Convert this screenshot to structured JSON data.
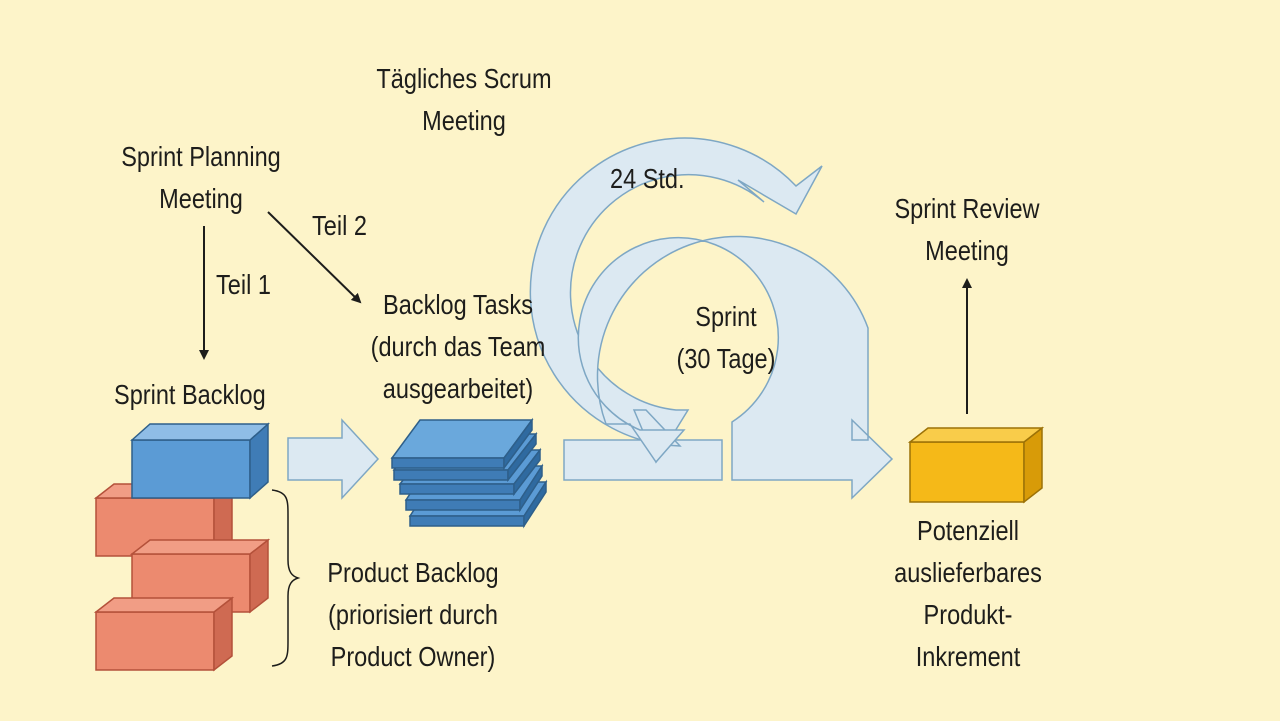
{
  "diagram": {
    "sprint_planning": [
      "Sprint Planning",
      "Meeting"
    ],
    "teil_1": "Teil 1",
    "teil_2": "Teil 2",
    "sprint_backlog": "Sprint Backlog",
    "backlog_tasks": [
      "Backlog Tasks",
      "(durch das Team",
      "ausgearbeitet)"
    ],
    "daily_scrum": [
      "Tägliches Scrum",
      "Meeting"
    ],
    "hours": "24 Std.",
    "sprint": [
      "Sprint",
      "(30 Tage)"
    ],
    "sprint_review": [
      "Sprint Review",
      "Meeting"
    ],
    "product_backlog": [
      "Product Backlog",
      "(priorisiert durch",
      "Product Owner)"
    ],
    "increment": [
      "Potenziell",
      "auslieferbares",
      "Produkt-",
      "Inkrement"
    ]
  },
  "colors": {
    "background": "#fdf4c9",
    "arrow_fill": "#dce9f2",
    "sprint_backlog_box": "#5b9bd5",
    "product_backlog_bricks": "#ec8a6f",
    "increment_box": "#f5b918"
  }
}
